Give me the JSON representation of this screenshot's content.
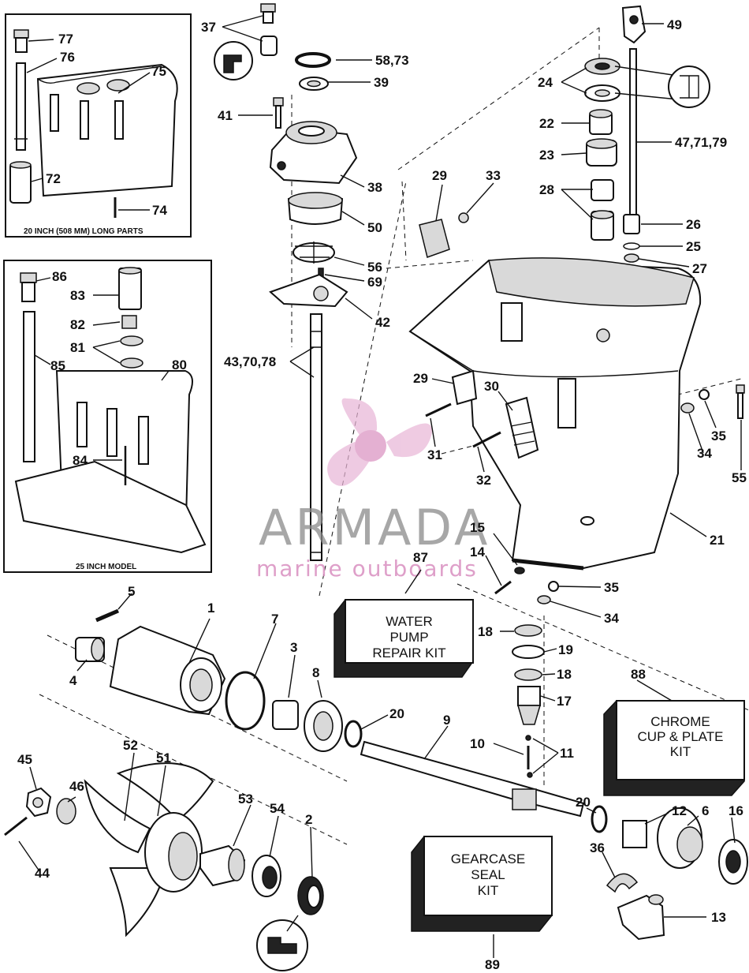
{
  "insets": {
    "long_parts_caption": "20 INCH (508 MM) LONG PARTS",
    "model_25_caption": "25 INCH MODEL"
  },
  "kits": {
    "water_pump": [
      "WATER",
      "PUMP",
      "REPAIR KIT"
    ],
    "chrome_cup": [
      "CHROME",
      "CUP & PLATE",
      "KIT"
    ],
    "gearcase_seal": [
      "GEARCASE",
      "SEAL",
      "KIT"
    ]
  },
  "watermark": {
    "brand": "ARMADA",
    "tagline": "marine outboards",
    "color": "#d98fc0"
  },
  "callouts": {
    "c77": "77",
    "c76": "76",
    "c75": "75",
    "c72": "72",
    "c74": "74",
    "c86": "86",
    "c83": "83",
    "c82": "82",
    "c81": "81",
    "c80": "80",
    "c85": "85",
    "c84": "84",
    "c37": "37",
    "c58": "58,73",
    "c39": "39",
    "c41": "41",
    "c38": "38",
    "c50": "50",
    "c56": "56",
    "c69": "69",
    "c42": "42",
    "c43": "43,70,78",
    "c49": "49",
    "c24": "24",
    "c22": "22",
    "c47": "47,71,79",
    "c23": "23",
    "c28": "28",
    "c26": "26",
    "c25": "25",
    "c27": "27",
    "c29a": "29",
    "c33": "33",
    "c29b": "29",
    "c30": "30",
    "c31": "31",
    "c32": "32",
    "c35a": "35",
    "c34a": "34",
    "c55": "55",
    "c21": "21",
    "c15": "15",
    "c14": "14",
    "c87": "87",
    "c35b": "35",
    "c34b": "34",
    "c5": "5",
    "c1": "1",
    "c7": "7",
    "c3": "3",
    "c4": "4",
    "c8": "8",
    "c20a": "20",
    "c9": "9",
    "c18a": "18",
    "c19": "19",
    "c18b": "18",
    "c17": "17",
    "c10": "10",
    "c11": "11",
    "c88": "88",
    "c20b": "20",
    "c12": "12",
    "c6": "6",
    "c16": "16",
    "c36": "36",
    "c13": "13",
    "c45": "45",
    "c52": "52",
    "c51": "51",
    "c46": "46",
    "c53": "53",
    "c54": "54",
    "c2": "2",
    "c44": "44",
    "c89": "89"
  }
}
